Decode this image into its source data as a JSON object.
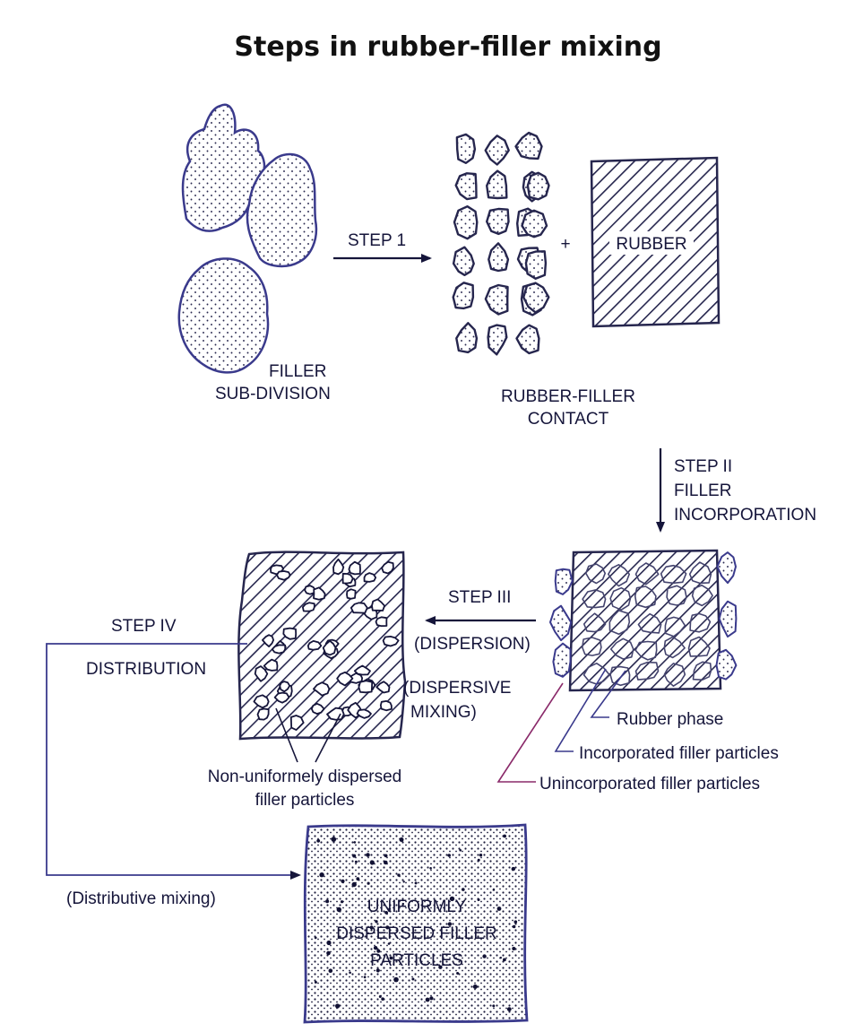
{
  "title": "Steps in rubber-filler mixing",
  "colors": {
    "ink": "#15153a",
    "outline": "#3a3a8c",
    "accent": "#8a2a6a",
    "background": "#ffffff"
  },
  "labels": {
    "filler_subdivision": [
      "FILLER",
      "SUB-DIVISION"
    ],
    "step1": "STEP 1",
    "plus": "+",
    "rubber": "RUBBER",
    "rubber_filler_contact": [
      "RUBBER-FILLER",
      "CONTACT"
    ],
    "step2": [
      "STEP II",
      "FILLER",
      "INCORPORATION"
    ],
    "step3": "STEP III",
    "dispersion": "(DISPERSION)",
    "dispersive_mixing": [
      "(DISPERSIVE",
      "MIXING)"
    ],
    "step4": "STEP IV",
    "distribution": "DISTRIBUTION",
    "distributive_mixing": "(Distributive mixing)",
    "rubber_phase": "Rubber phase",
    "incorporated_particles": "Incorporated filler particles",
    "unincorporated_particles": "Unincorporated filler particles",
    "non_uniform": [
      "Non-uniformely dispersed",
      "filler particles"
    ],
    "uniform": [
      "UNIFORMLY",
      "DISPERSED FILLER",
      "PARTICLES"
    ]
  }
}
